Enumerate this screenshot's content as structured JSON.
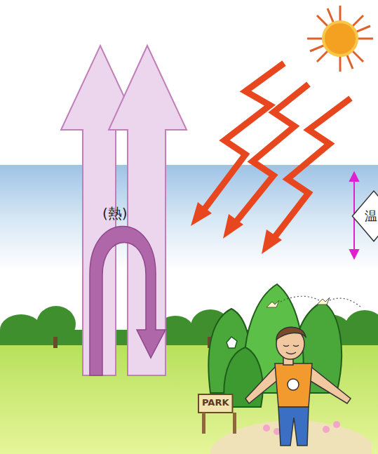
{
  "diagram": {
    "nodes": [
      {
        "text": [
          "温"
        ]
      }
    ],
    "labels": [
      "(熱)",
      "PARK"
    ]
  }
}
